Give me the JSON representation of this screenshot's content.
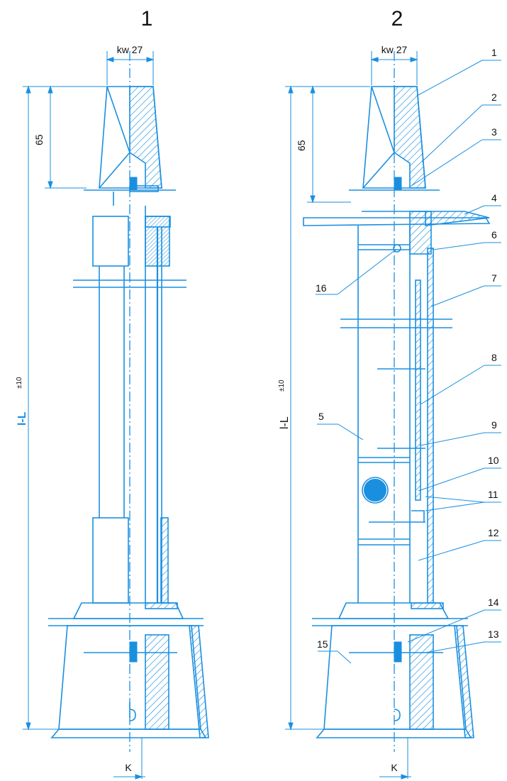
{
  "views": [
    {
      "number": "1",
      "width_dim": "kw 27",
      "height_dim": "65",
      "length_label": "l-L",
      "tolerance": "±10",
      "bottom_label": "K"
    },
    {
      "number": "2",
      "width_dim": "kw 27",
      "height_dim": "65",
      "length_label": "l-L",
      "tolerance": "±10",
      "bottom_label": "K"
    }
  ],
  "callouts": [
    "1",
    "2",
    "3",
    "4",
    "6",
    "7",
    "8",
    "9",
    "10",
    "11",
    "12",
    "14",
    "13"
  ],
  "left_callouts": [
    "16",
    "5",
    "15"
  ],
  "colors": {
    "line": "#1a8fe0",
    "text": "#111111"
  }
}
